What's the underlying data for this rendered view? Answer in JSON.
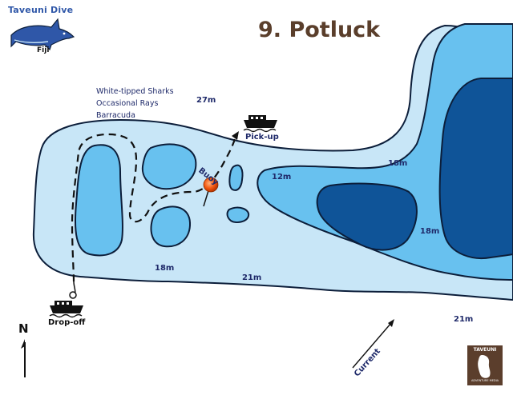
{
  "title": "9. Potluck",
  "logo": {
    "title": "Taveuni Dive",
    "subtitle": "Fiji",
    "mascot_icon": "shark-icon"
  },
  "marine_life": [
    "White-tipped Sharks",
    "Occasional Rays",
    "Barracuda"
  ],
  "depths": {
    "top": "27m",
    "reef_bottom": "18m",
    "channel_bottom": "21m",
    "bay_near": "12m",
    "bay_upper": "18m",
    "bay_lower": "18m",
    "far_right": "21m"
  },
  "markers": {
    "buoy": "Buoy",
    "pickup": "Pick-up",
    "dropoff": "Drop-off",
    "current": "Current",
    "north": "N"
  },
  "brand": {
    "top": "TAVEUNI",
    "bottom": "ADVENTURE MEDIA"
  },
  "colors": {
    "shallow_water": "#68c1ef",
    "deep_water": "#0f5498",
    "outer_water": "#c8e6f7",
    "water_outline": "#0c1e3a",
    "buoy": "#f2570f",
    "title": "#5a3e2b",
    "label": "#1f2a6a",
    "brand_box": "#5b3e2c"
  }
}
